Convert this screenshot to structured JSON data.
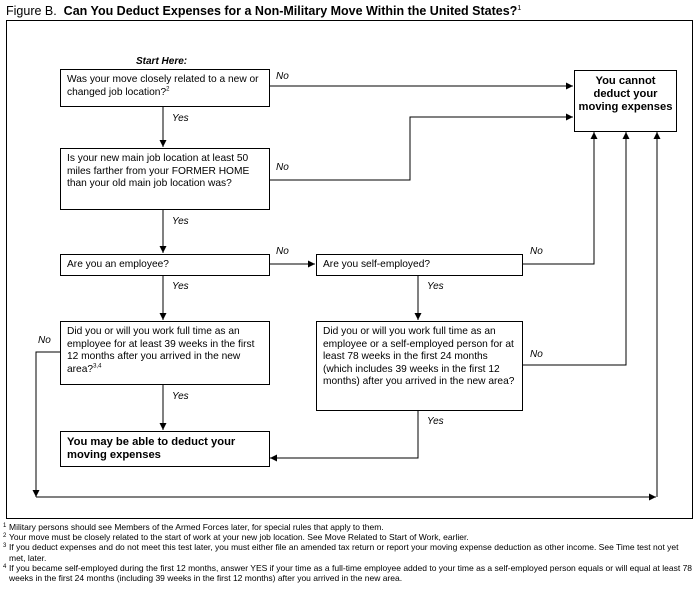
{
  "title": {
    "figure_label": "Figure B.",
    "text": "Can You Deduct Expenses for a Non-Military Move Within the United States?",
    "note_ref": "1"
  },
  "start_label": "Start Here:",
  "boxes": {
    "q1": "Was your move closely related to a new or changed job location?",
    "q1_ref": "2",
    "q2": "Is your new main job location at least 50 miles farther from your FORMER HOME than your old main job location was?",
    "q3": "Are you an employee?",
    "q4": "Are you self-employed?",
    "q5": "Did you or will you work full time as an employee for at least 39 weeks in the first 12 months after you arrived in the new area?",
    "q5_ref": "3,4",
    "q6": "Did you or will you work full time as an employee or a self-employed person for at least 78 weeks in the first 24 months (which includes 39 weeks in the first 12 months) after you arrived in the new area?",
    "can_deduct": "You may be able to deduct your moving expenses",
    "cannot_deduct": "You cannot deduct your moving expenses"
  },
  "labels": {
    "yes": "Yes",
    "no": "No"
  },
  "footnotes": [
    {
      "num": "1",
      "text": "Military persons should see Members of the Armed Forces later, for special rules that apply to them."
    },
    {
      "num": "2",
      "text": "Your move must be closely related to the start of work at your new job location. See Move Related to Start of Work, earlier."
    },
    {
      "num": "3",
      "text": "If you deduct expenses and do not meet this test later, you must either file an amended tax return or report your moving expense deduction as other income. See Time test not yet met, later."
    },
    {
      "num": "4",
      "text": "If you became self-employed during the first 12 months, answer YES if your time as a full-time employee added to your time as a self-employed person equals or will equal at least 78 weeks in the first 24 months (including 39 weeks in the first 12 months) after you arrived in the new area."
    }
  ]
}
